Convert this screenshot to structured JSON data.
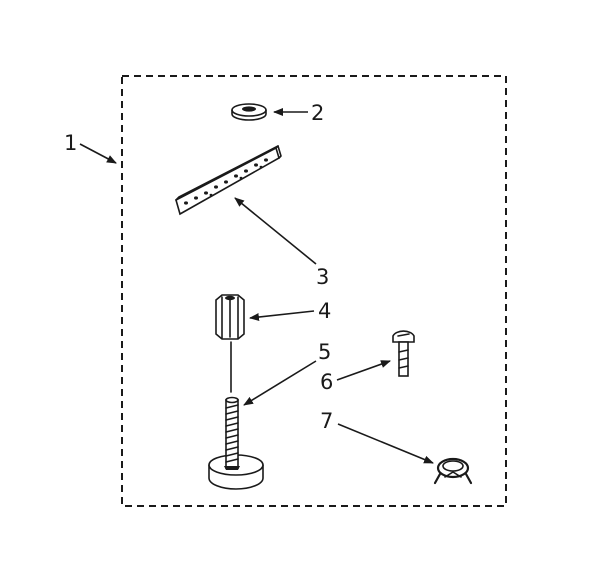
{
  "callouts": [
    {
      "id": "1",
      "label": "1"
    },
    {
      "id": "2",
      "label": "2"
    },
    {
      "id": "3",
      "label": "3"
    },
    {
      "id": "4",
      "label": "4"
    },
    {
      "id": "5",
      "label": "5"
    },
    {
      "id": "6",
      "label": "6"
    },
    {
      "id": "7",
      "label": "7"
    }
  ],
  "colors": {
    "ink": "#1a1a1a",
    "paper": "#ffffff",
    "shade": "#d9d9d9"
  }
}
